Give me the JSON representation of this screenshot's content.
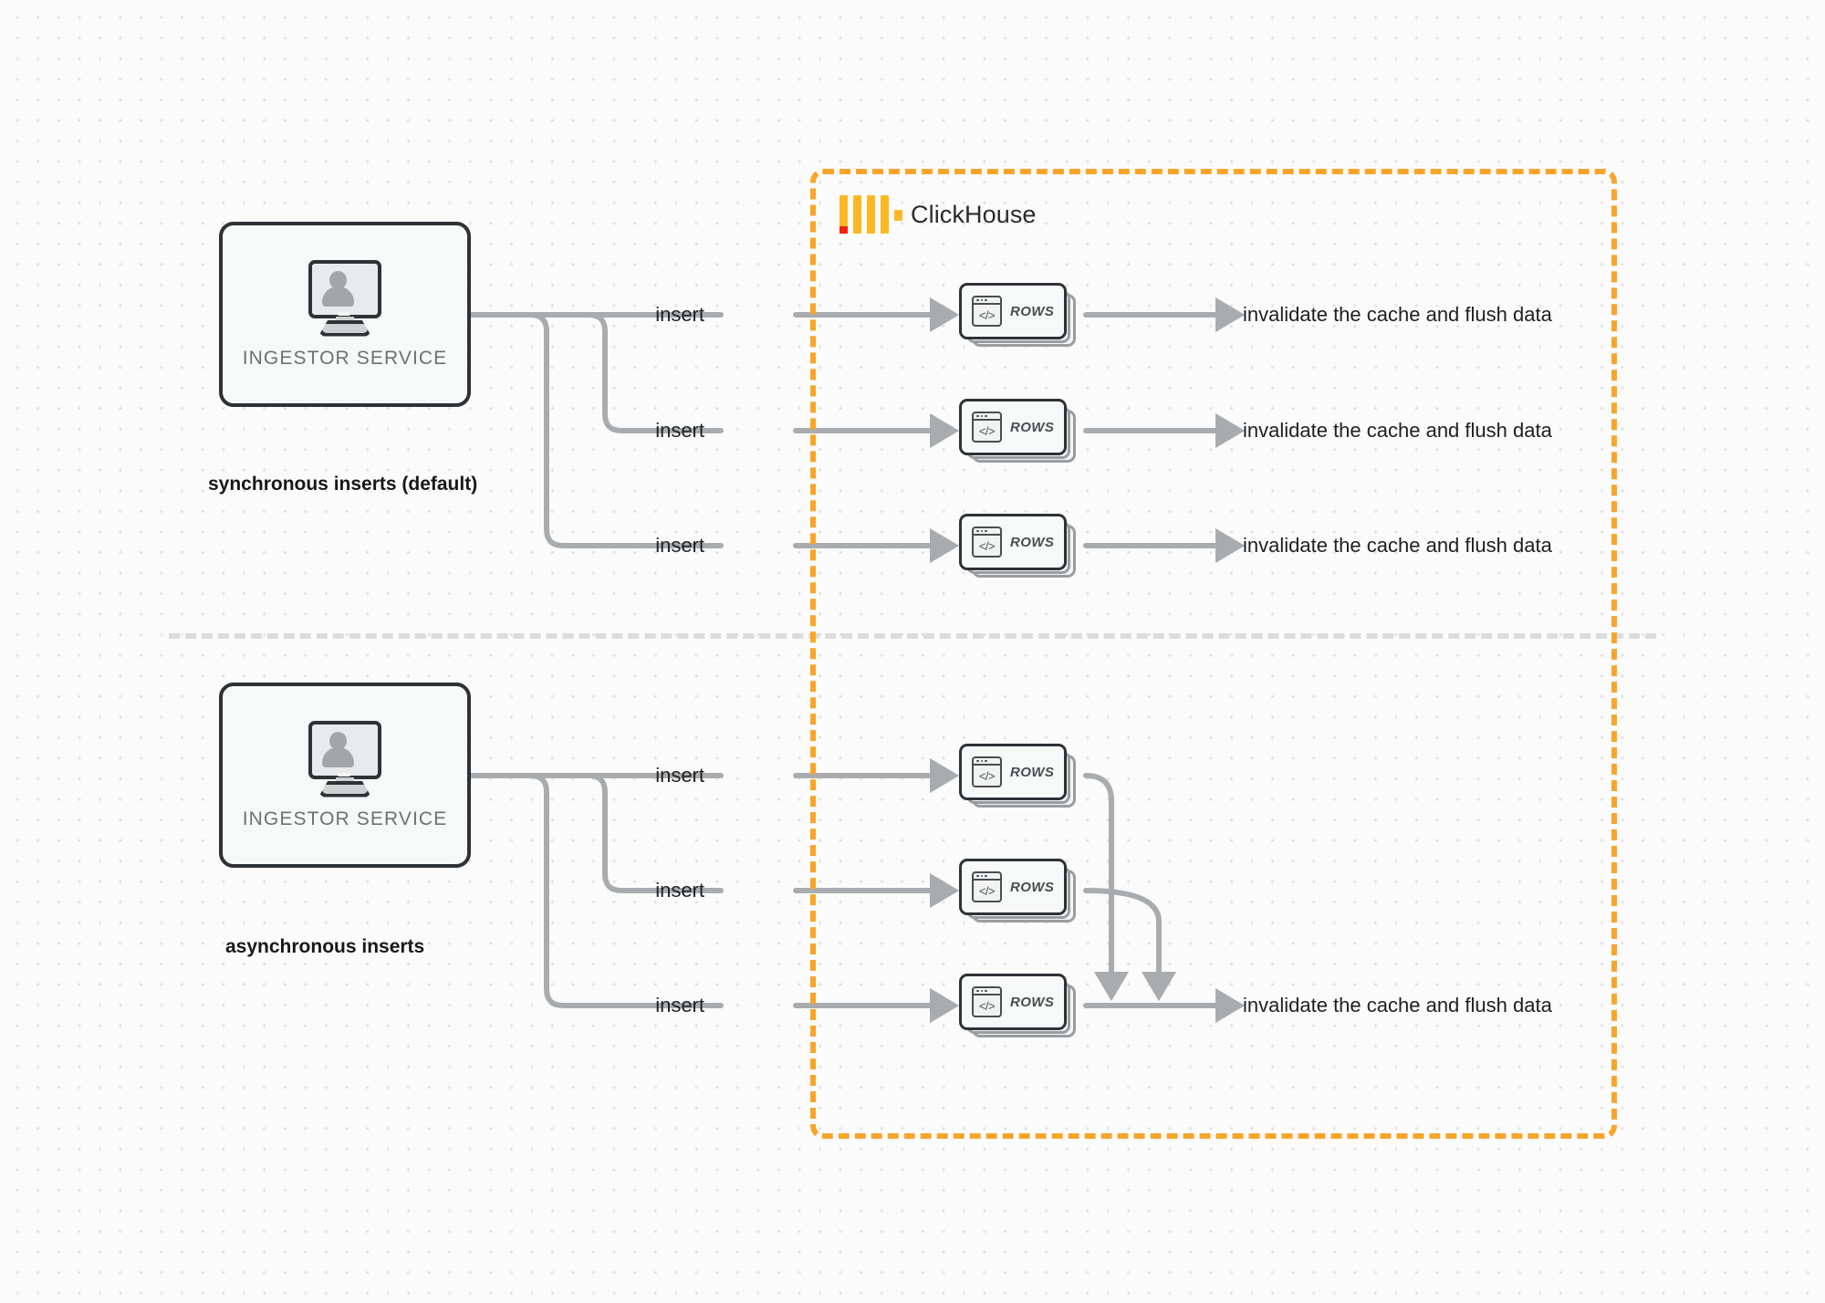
{
  "diagram": {
    "title": "ClickHouse synchronous vs asynchronous inserts",
    "background": "#fbfbfb",
    "accent_orange": "#f9a52b",
    "edge_gray": "#a9acaf",
    "node_border": "#2e3236"
  },
  "boundary": {
    "label": "ClickHouse",
    "logo_name": "clickhouse-logo",
    "border_color": "#f9a52b",
    "border_style": "dashed"
  },
  "sections": [
    {
      "id": "sync",
      "caption": "synchronous inserts (default)",
      "node": {
        "label": "INGESTOR SERVICE",
        "icon": "monitor-user-icon"
      },
      "rows": [
        {
          "insert_label": "insert",
          "card_label": "ROWS",
          "card_icon": "code-window-icon",
          "output_label": "invalidate the cache and flush data"
        },
        {
          "insert_label": "insert",
          "card_label": "ROWS",
          "card_icon": "code-window-icon",
          "output_label": "invalidate the cache and flush data"
        },
        {
          "insert_label": "insert",
          "card_label": "ROWS",
          "card_icon": "code-window-icon",
          "output_label": "invalidate the cache and flush data"
        }
      ]
    },
    {
      "id": "async",
      "caption": "asynchronous inserts",
      "node": {
        "label": "INGESTOR SERVICE",
        "icon": "monitor-user-icon"
      },
      "rows": [
        {
          "insert_label": "insert",
          "card_label": "ROWS",
          "card_icon": "code-window-icon"
        },
        {
          "insert_label": "insert",
          "card_label": "ROWS",
          "card_icon": "code-window-icon"
        },
        {
          "insert_label": "insert",
          "card_label": "ROWS",
          "card_icon": "code-window-icon"
        }
      ],
      "output_label": "invalidate the cache and flush data"
    }
  ],
  "code_glyph": "</>"
}
